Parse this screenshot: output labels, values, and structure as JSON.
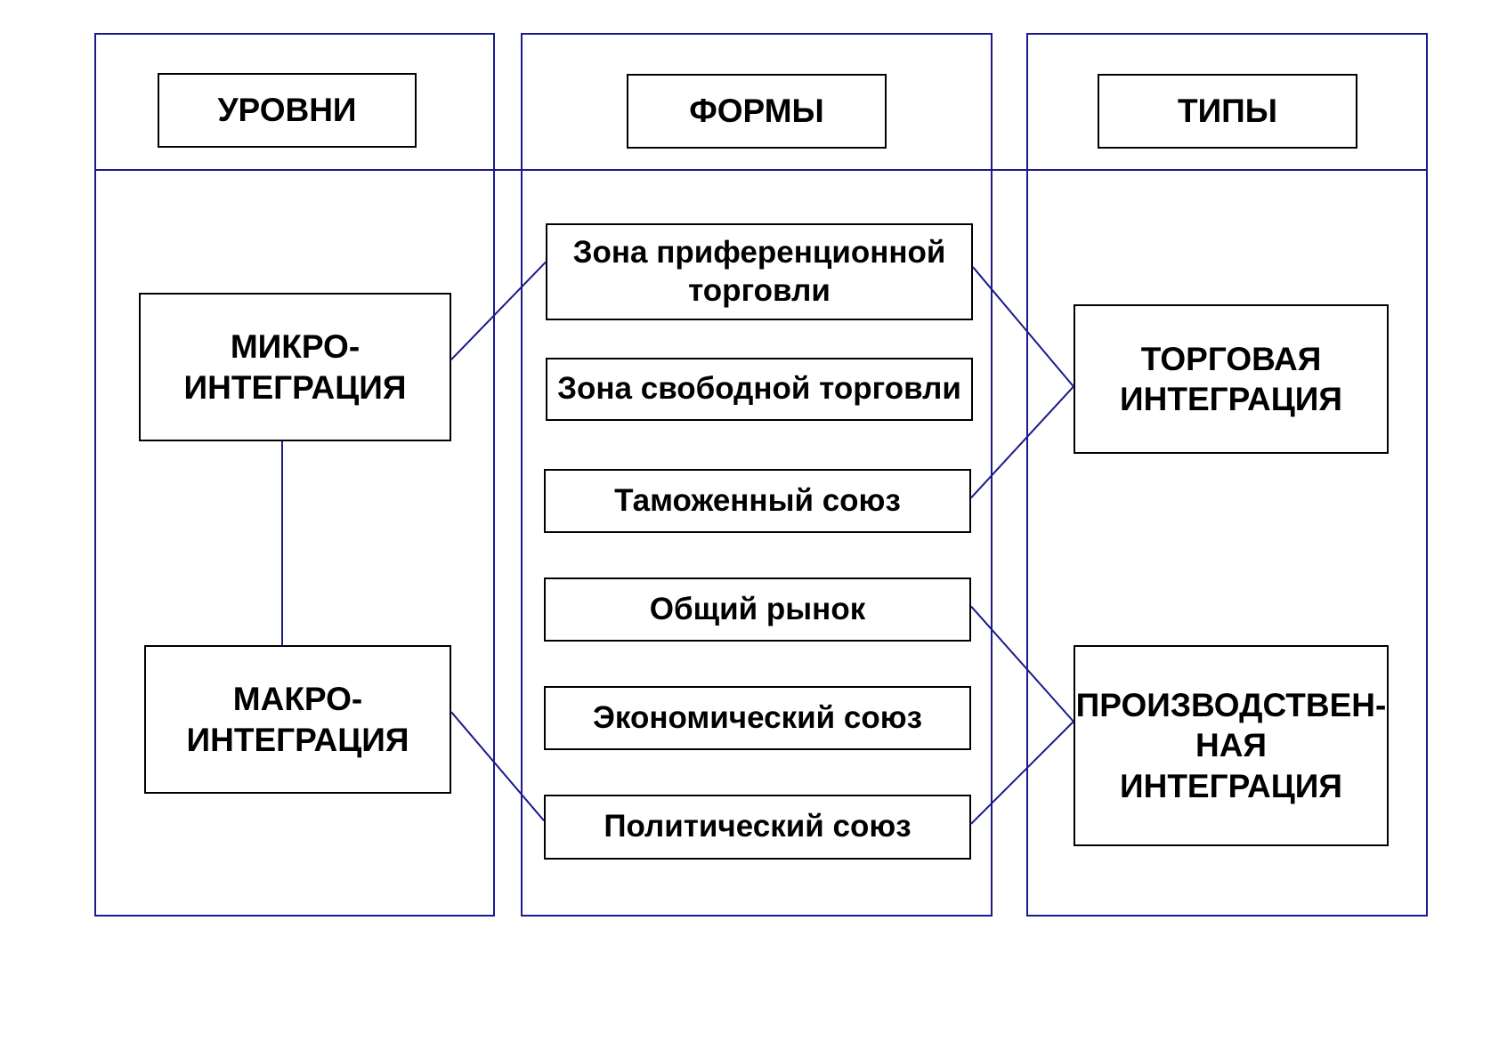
{
  "headers": {
    "levels": "УРОВНИ",
    "forms": "ФОРМЫ",
    "types": "ТИПЫ"
  },
  "levels": [
    "МИКРО-\nИНТЕГРАЦИЯ",
    "МАКРО-\nИНТЕГРАЦИЯ"
  ],
  "forms": [
    "Зона приференционной\nторговли",
    "Зона свободной торговли",
    "Таможенный союз",
    "Общий рынок",
    "Экономический союз",
    "Политический союз"
  ],
  "types": [
    "ТОРГОВАЯ\nИНТЕГРАЦИЯ",
    "ПРОИЗВОДСТВЕН-\nНАЯ\nИНТЕГРАЦИЯ"
  ],
  "colors": {
    "frame": "#1a1a8c",
    "connector": "#1a1a8c",
    "box_border": "#000000",
    "text": "#000000"
  },
  "links": [
    {
      "from": "level-0",
      "to": "form-0"
    },
    {
      "from": "level-0",
      "to": "level-1"
    },
    {
      "from": "level-1",
      "to": "form-5"
    },
    {
      "from": "form-0",
      "to": "type-0"
    },
    {
      "from": "form-2",
      "to": "type-0"
    },
    {
      "from": "form-3",
      "to": "type-1"
    },
    {
      "from": "form-5",
      "to": "type-1"
    }
  ]
}
